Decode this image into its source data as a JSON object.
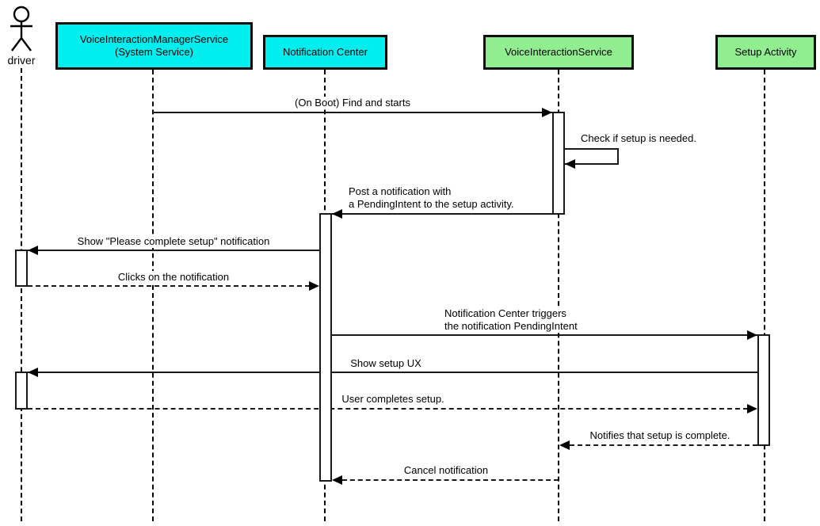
{
  "diagram_type": "uml-sequence-diagram",
  "colors": {
    "cyan_participant": "#00EEEE",
    "green_participant": "#90EE90",
    "line": "#000000",
    "background": "#FFFFFF"
  },
  "actor": {
    "label": "driver"
  },
  "participants": [
    {
      "line1": "VoiceInteractionManagerService",
      "line2": "(System Service)",
      "fill": "#00EEEE"
    },
    {
      "line1": "Notification Center",
      "fill": "#00EEEE"
    },
    {
      "line1": "VoiceInteractionService",
      "fill": "#90EE90"
    },
    {
      "line1": "Setup Activity",
      "fill": "#90EE90"
    }
  ],
  "messages": [
    {
      "text": "(On Boot) Find and starts",
      "from": "VoiceInteractionManagerService (System Service)",
      "to": "VoiceInteractionService",
      "line_style": "solid"
    },
    {
      "text": "Check if setup is needed.",
      "from": "VoiceInteractionService",
      "to": "VoiceInteractionService",
      "line_style": "solid",
      "kind": "self-message"
    },
    {
      "line1": "Post a notification with",
      "line2": "a PendingIntent to the setup activity.",
      "from": "VoiceInteractionService",
      "to": "Notification Center",
      "line_style": "solid"
    },
    {
      "text": "Show \"Please complete setup\" notification",
      "from": "Notification Center",
      "to": "driver",
      "line_style": "solid"
    },
    {
      "text": "Clicks on the notification",
      "from": "driver",
      "to": "Notification Center",
      "line_style": "dashed"
    },
    {
      "line1": "Notification Center triggers",
      "line2": "the notification PendingIntent",
      "from": "Notification Center",
      "to": "Setup Activity",
      "line_style": "solid"
    },
    {
      "text": "Show setup UX",
      "from": "Setup Activity",
      "to": "driver",
      "line_style": "solid"
    },
    {
      "text": "User completes setup.",
      "from": "driver",
      "to": "Setup Activity",
      "line_style": "dashed"
    },
    {
      "text": "Notifies that setup is complete.",
      "from": "Setup Activity",
      "to": "VoiceInteractionService",
      "line_style": "dashed"
    },
    {
      "text": "Cancel notification",
      "from": "VoiceInteractionService",
      "to": "Notification Center",
      "line_style": "dashed"
    }
  ]
}
